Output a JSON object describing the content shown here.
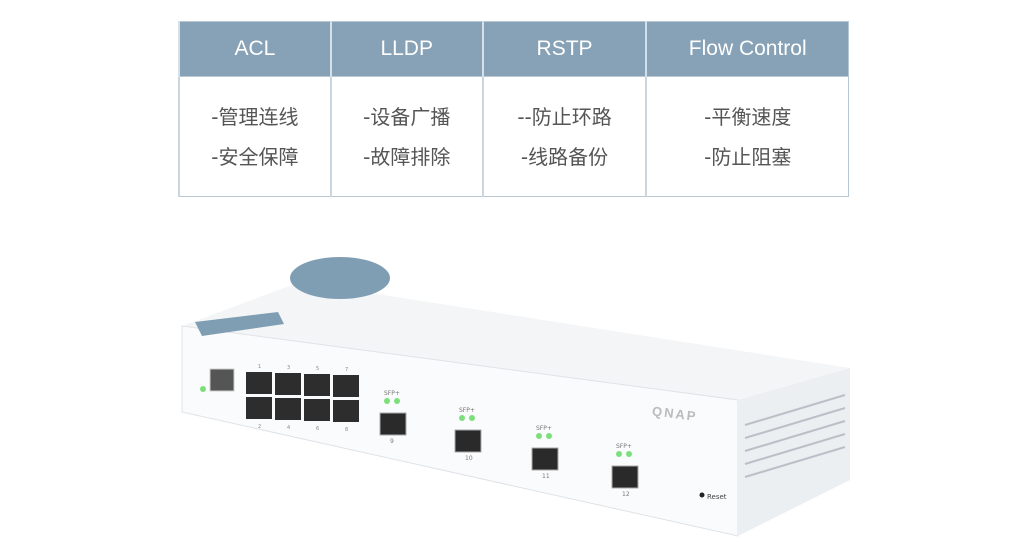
{
  "table": {
    "headers": [
      "ACL",
      "LLDP",
      "RSTP",
      "Flow Control"
    ],
    "rows": [
      [
        "-管理连线",
        "-安全保障"
      ],
      [
        "-设备广播",
        "-故障排除"
      ],
      [
        "--防止环路",
        "-线路备份"
      ],
      [
        "-平衡速度",
        "-防止阻塞"
      ]
    ]
  },
  "device": {
    "brand": "QNAP",
    "rj45_labels_top": [
      "1",
      "3",
      "5",
      "7"
    ],
    "rj45_labels_bottom": [
      "2",
      "4",
      "6",
      "8"
    ],
    "sfp_label": "SFP+",
    "sfp_ports": [
      "9",
      "10",
      "11",
      "12"
    ],
    "reset_label": "Reset",
    "colors": {
      "accent": "#87a2b6",
      "led": "#7be07b"
    }
  }
}
